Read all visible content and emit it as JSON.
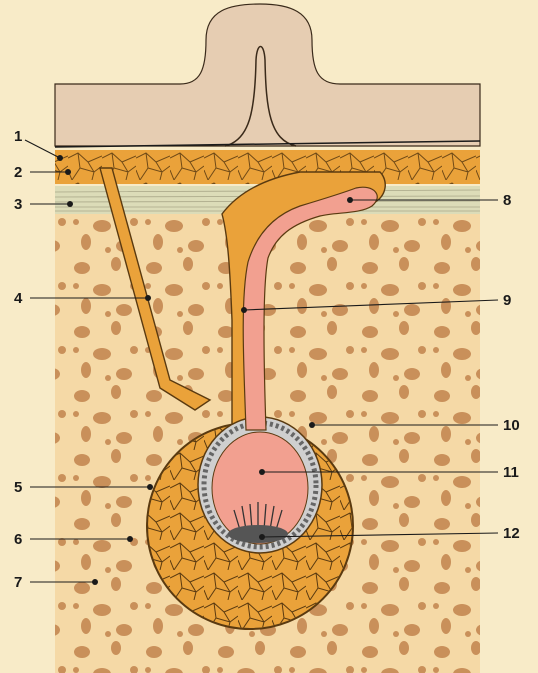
{
  "labels": [
    {
      "key": "1",
      "text": "1"
    },
    {
      "key": "2",
      "text": "2"
    },
    {
      "key": "3",
      "text": "3"
    },
    {
      "key": "4",
      "text": "4"
    },
    {
      "key": "5",
      "text": "5"
    },
    {
      "key": "6",
      "text": "6"
    },
    {
      "key": "7",
      "text": "7"
    },
    {
      "key": "8",
      "text": "8"
    },
    {
      "key": "9",
      "text": "9"
    },
    {
      "key": "10",
      "text": "10"
    },
    {
      "key": "11",
      "text": "11"
    },
    {
      "key": "12",
      "text": "12"
    }
  ],
  "colors": {
    "background": "#f8ebc8",
    "cortex_ground": "#f5d9a6",
    "inclusions": "#c9905a",
    "fibrous_layer": "#eaa23a",
    "fiber_lines": "#5a3a10",
    "epidermis": "#e6cdb2",
    "band": "#dcdcb8",
    "hair_pink": "#f2a090",
    "receptor_cells": "#8a8a8a"
  }
}
